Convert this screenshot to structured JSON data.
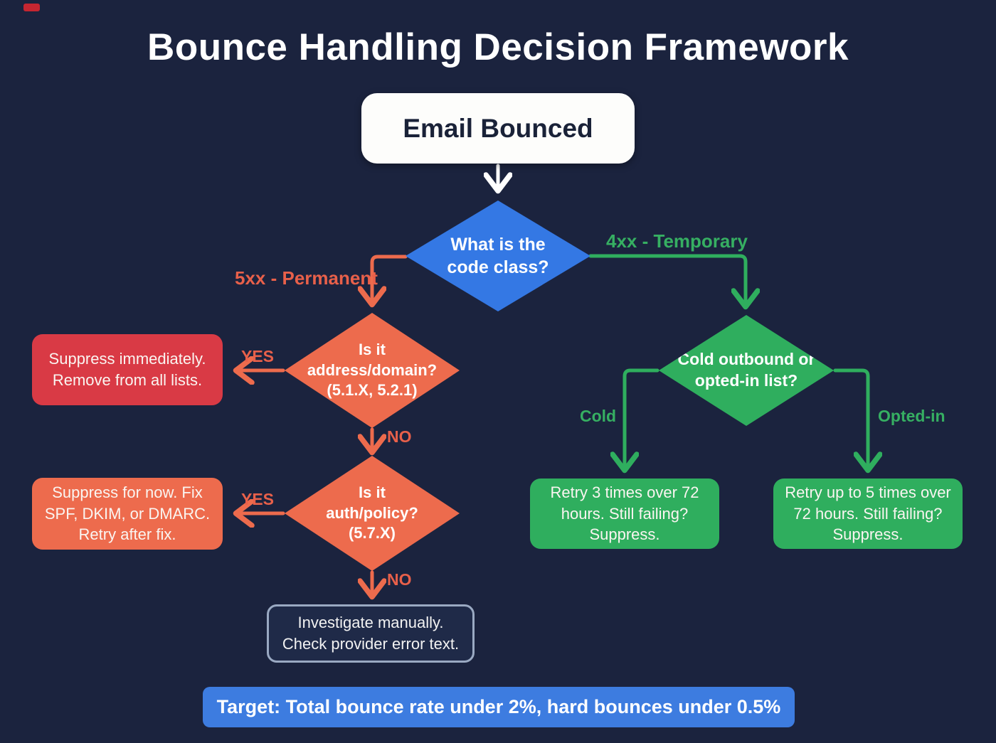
{
  "title": "Bounce Handling Decision Framework",
  "nodes": {
    "start": {
      "label": "Email Bounced"
    },
    "code_class": {
      "label": "What is the\ncode class?"
    },
    "address_domain": {
      "label": "Is it\naddress/domain?\n(5.1.X, 5.2.1)"
    },
    "auth_policy": {
      "label": "Is it\nauth/policy?\n(5.7.X)"
    },
    "cold_or_opted": {
      "label": "Cold outbound or\nopted-in list?"
    },
    "suppress_immediately": {
      "label": "Suppress immediately.\nRemove from all lists."
    },
    "suppress_fix": {
      "label": "Suppress for now. Fix\nSPF, DKIM, or DMARC.\nRetry after fix."
    },
    "investigate": {
      "label": "Investigate manually.\nCheck provider error text."
    },
    "retry_cold": {
      "label": "Retry 3 times over 72\nhours. Still failing?\nSuppress."
    },
    "retry_opted": {
      "label": "Retry up to 5 times over\n72 hours. Still failing?\nSuppress."
    }
  },
  "edge_labels": {
    "permanent": "5xx - Permanent",
    "temporary": "4xx - Temporary",
    "yes_address": "YES",
    "no_address": "NO",
    "yes_auth": "YES",
    "no_auth": "NO",
    "cold": "Cold",
    "opted_in": "Opted-in"
  },
  "footer": {
    "label": "Target: Total bounce rate under 2%, hard bounces under 0.5%"
  },
  "colors": {
    "background": "#1B233E",
    "decision_blue": "#3478E4",
    "branch_orange": "#ED6B4D",
    "outcome_red": "#D93A45",
    "branch_green": "#2FAE5E",
    "label_orange": "#E8604A",
    "label_green": "#36AF62",
    "footer_blue": "#3D7CE0",
    "investigate_border": "#9AA9C2",
    "text_dark": "#1A2238",
    "text_light": "#FFFFFF"
  }
}
